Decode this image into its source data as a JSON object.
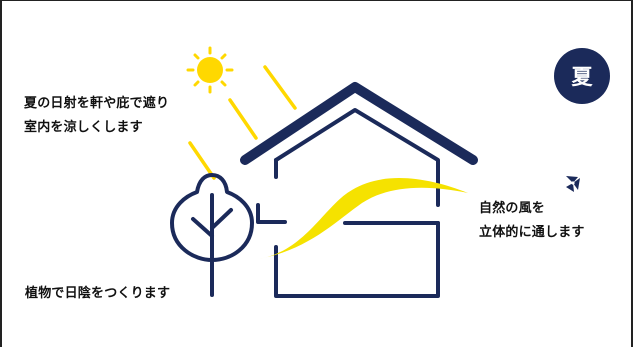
{
  "season_badge": {
    "label": "夏"
  },
  "captions": {
    "sun": [
      "夏の日射を軒や庇で遮り",
      "室内を涼しくします"
    ],
    "wind": [
      "自然の風を",
      "立体的に通します"
    ],
    "tree": [
      "植物で日陰をつくります"
    ]
  },
  "colors": {
    "navy": "#1b2a5a",
    "sun_yellow": "#ffd800",
    "wind_yellow": "#f5e200",
    "text": "#111111",
    "background": "#ffffff"
  },
  "icons": [
    "sun-icon",
    "sun-ray-icon",
    "house-outline-icon",
    "wind-stream-icon",
    "tree-icon",
    "pinwheel-icon"
  ]
}
